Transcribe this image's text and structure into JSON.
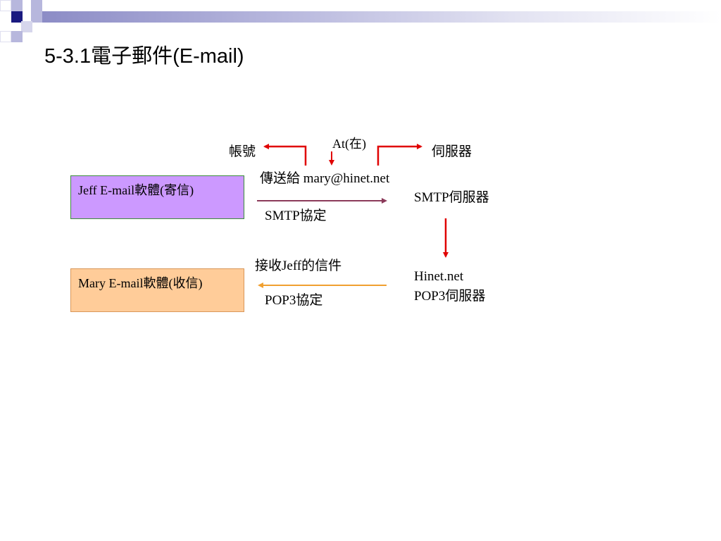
{
  "slide": {
    "title": "5-3.1電子郵件(E-mail)"
  },
  "diagram": {
    "labels": {
      "account": "帳號",
      "at": "At(在)",
      "server": "伺服器",
      "send_to": "傳送給 mary@hinet.net",
      "smtp_server": "SMTP伺服器",
      "smtp_protocol": "SMTP協定",
      "receive_mail": "接收Jeff的信件",
      "hinet_line1": "Hinet.net",
      "hinet_line2": "POP3伺服器",
      "pop3_protocol": "POP3協定"
    },
    "boxes": {
      "jeff": "Jeff E-mail軟體(寄信)",
      "mary": "Mary E-mail軟體(收信)"
    },
    "colors": {
      "red_arrow": "#e00000",
      "smtp_arrow": "#8b3a5a",
      "pop3_arrow": "#f0a030",
      "jeff_box": "#cc99ff",
      "mary_box": "#ffcc99"
    }
  }
}
